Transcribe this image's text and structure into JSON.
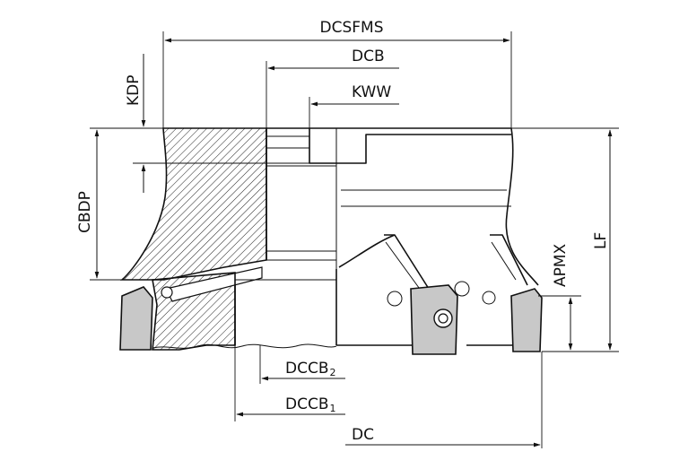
{
  "labels": {
    "dcsfms": "DCSFMS",
    "dcb": "DCB",
    "kww": "KWW",
    "kdp": "KDP",
    "cbdp": "CBDP",
    "apmx": "APMX",
    "lf": "LF",
    "dccb2_main": "DCCB",
    "dccb2_sub": "2",
    "dccb1_main": "DCCB",
    "dccb1_sub": "1",
    "dc": "DC"
  },
  "colors": {
    "ink": "#111111",
    "insert": "#c8c8c8",
    "hatch": "#222222"
  }
}
